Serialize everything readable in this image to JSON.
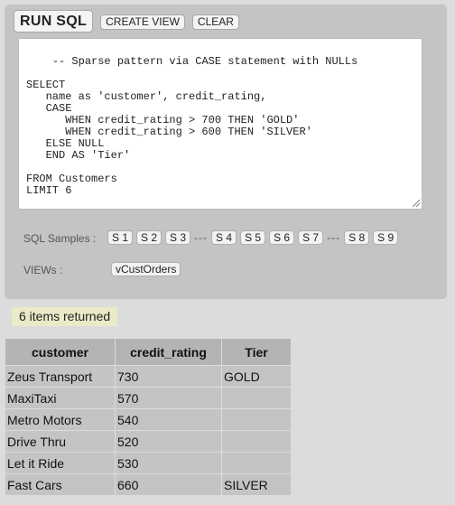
{
  "toolbar": {
    "run_label": "RUN SQL",
    "create_view_label": "CREATE VIEW",
    "clear_label": "CLEAR"
  },
  "editor": {
    "sql": "-- Sparse pattern via CASE statement with NULLs\n\nSELECT\n   name as 'customer', credit_rating,\n   CASE\n      WHEN credit_rating > 700 THEN 'GOLD'\n      WHEN credit_rating > 600 THEN 'SILVER'\n   ELSE NULL\n   END AS 'Tier'\n\nFROM Customers\nLIMIT 6"
  },
  "samples": {
    "label": "SQL Samples :",
    "items": [
      "S 1",
      "S 2",
      "S 3",
      "S 4",
      "S 5",
      "S 6",
      "S 7",
      "S 8",
      "S 9"
    ],
    "separator": "---"
  },
  "views": {
    "label": "VIEWs :",
    "items": [
      "vCustOrders"
    ]
  },
  "result": {
    "status": "6 items returned",
    "columns": [
      "customer",
      "credit_rating",
      "Tier"
    ],
    "rows": [
      [
        "Zeus Transport",
        "730",
        "GOLD"
      ],
      [
        "MaxiTaxi",
        "570",
        ""
      ],
      [
        "Metro Motors",
        "540",
        ""
      ],
      [
        "Drive Thru",
        "520",
        ""
      ],
      [
        "Let it Ride",
        "530",
        ""
      ],
      [
        "Fast Cars",
        "660",
        "SILVER"
      ]
    ]
  },
  "colors": {
    "page_background": "#dcdcdc",
    "panel_background": "#c4c4c4",
    "status_highlight": "#eaeac8",
    "table_header": "#b4b4b4",
    "table_cell": "#c4c4c4"
  }
}
